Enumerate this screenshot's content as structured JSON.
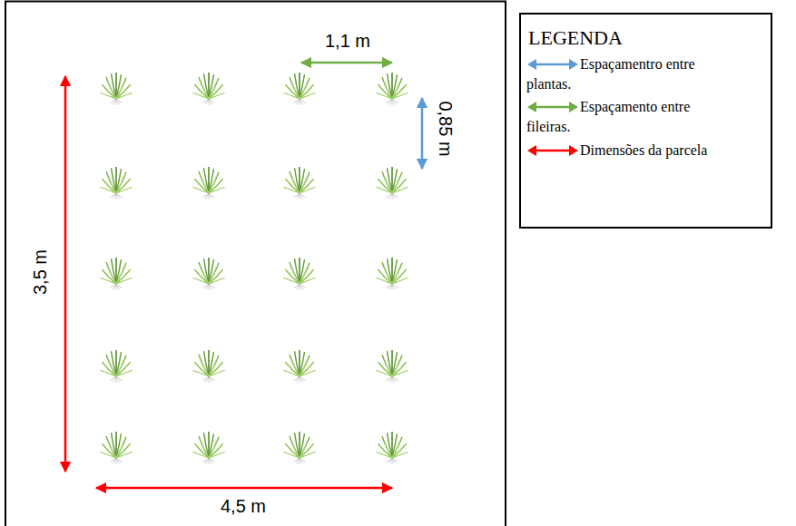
{
  "diagram": {
    "nodes": [
      {
        "text": [
          "LEGENDA"
        ]
      }
    ],
    "labels": [
      "1,1 m",
      "0,85 m",
      "3,5 m",
      "4,5 m"
    ],
    "legend": [
      {
        "text": "Espaçamentro entre plantas."
      },
      {
        "text": "Espaçamento entre fileiras."
      },
      {
        "text": "Dimensões da parcela"
      }
    ]
  }
}
